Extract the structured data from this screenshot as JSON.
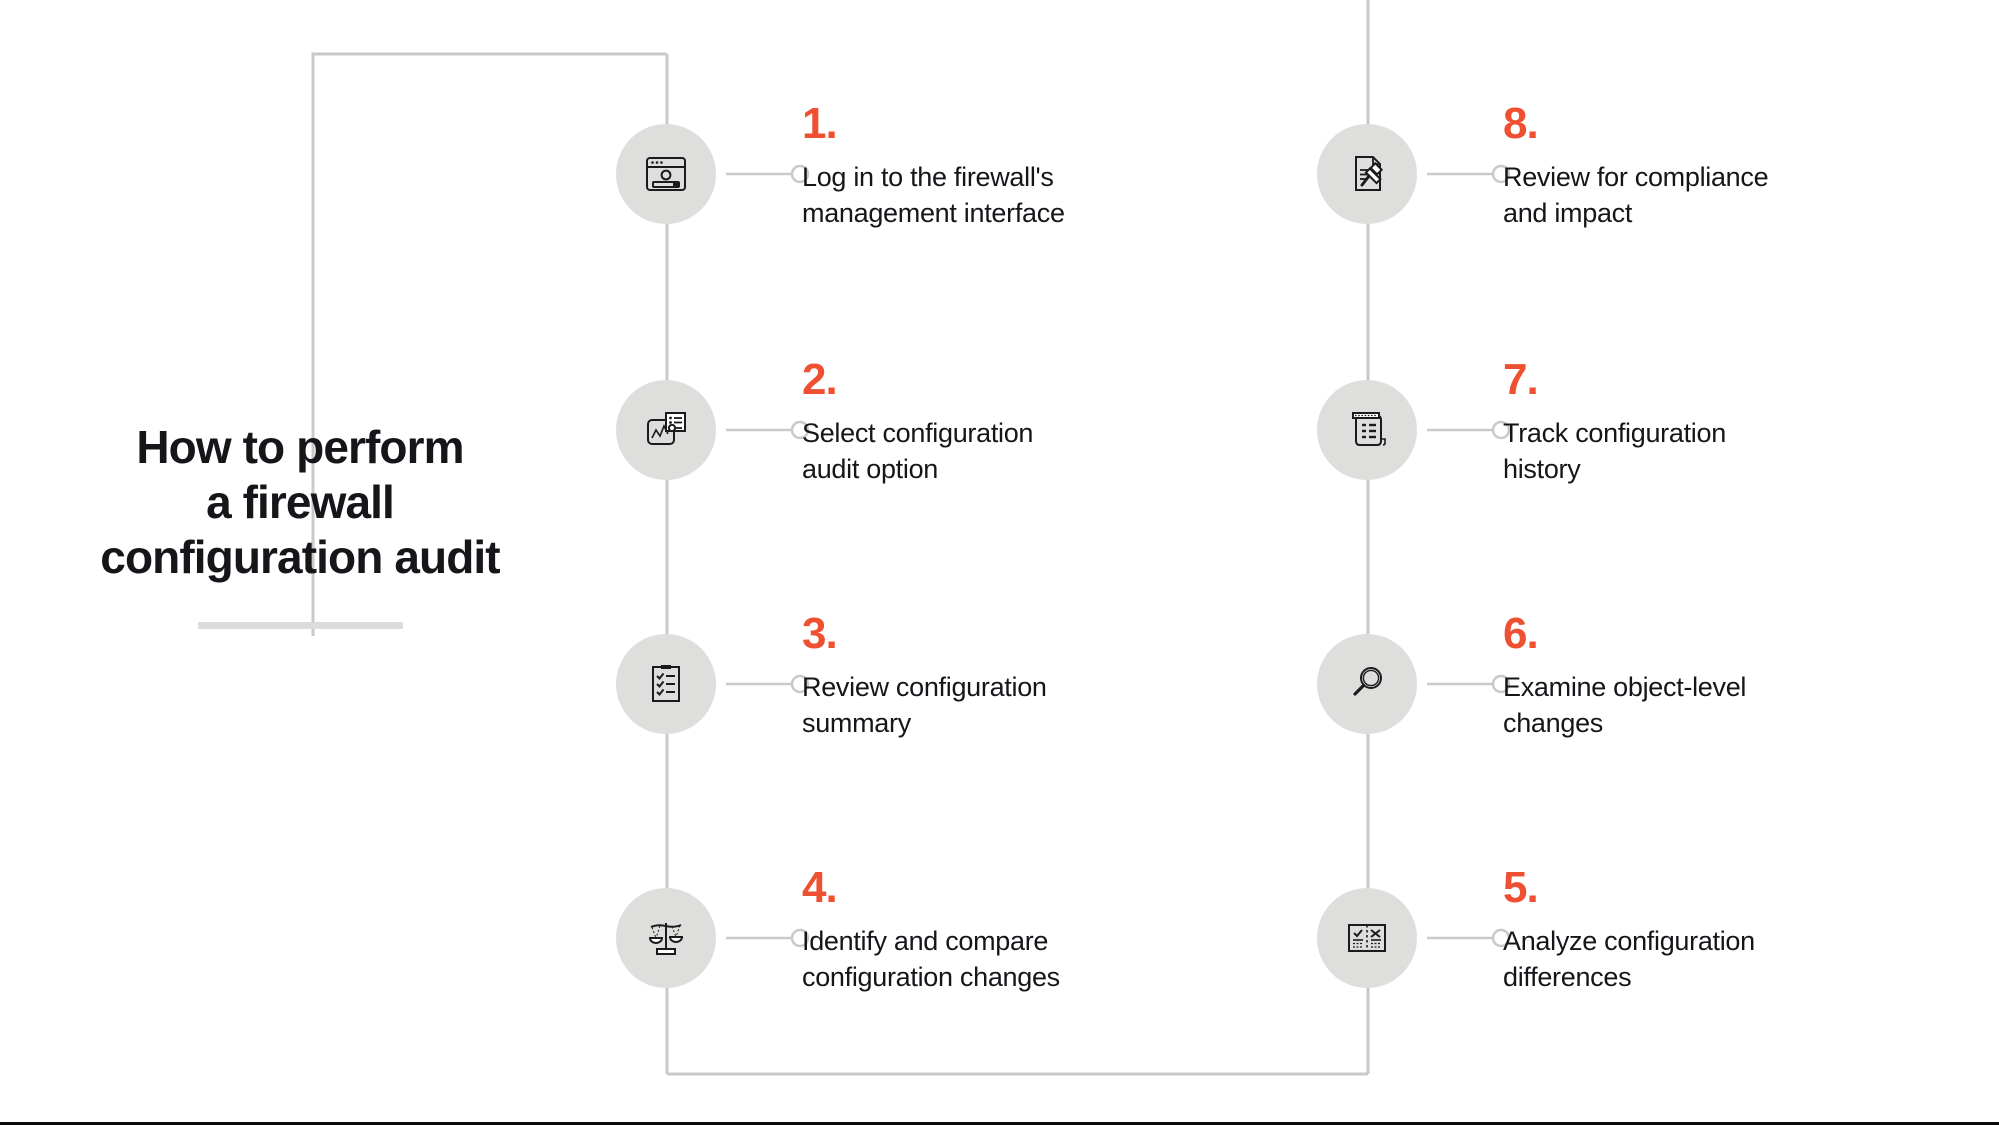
{
  "headline": {
    "title": "How to perform\na firewall\nconfiguration audit",
    "has_underline_rule": true
  },
  "colors": {
    "accent": "#f05032",
    "text": "#15161a",
    "badge_fill": "#dededc",
    "line": "#c9c9c9",
    "rule": "#dcdcdc"
  },
  "steps": [
    {
      "number": "1.",
      "label": "Log in to the firewall's\nmanagement interface",
      "icon": "browser-login-window-icon",
      "column": "left"
    },
    {
      "number": "2.",
      "label": "Select configuration\naudit option",
      "icon": "chart-panel-options-icon",
      "column": "left"
    },
    {
      "number": "3.",
      "label": "Review configuration\nsummary",
      "icon": "clipboard-checklist-icon",
      "column": "left"
    },
    {
      "number": "4.",
      "label": "Identify and compare\nconfiguration changes",
      "icon": "balance-scales-icon",
      "column": "left"
    },
    {
      "number": "5.",
      "label": "Analyze configuration\ndifferences",
      "icon": "compare-check-cross-icon",
      "column": "right"
    },
    {
      "number": "6.",
      "label": "Examine object-level\nchanges",
      "icon": "magnifying-glass-icon",
      "column": "right"
    },
    {
      "number": "7.",
      "label": "Track configuration\nhistory",
      "icon": "scroll-document-icon",
      "column": "right"
    },
    {
      "number": "8.",
      "label": "Review for compliance\nand impact",
      "icon": "document-gavel-icon",
      "column": "right"
    }
  ]
}
